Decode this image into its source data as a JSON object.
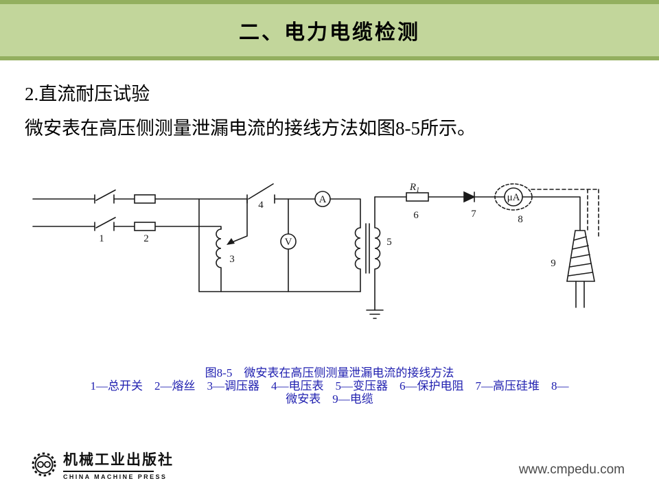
{
  "colors": {
    "header_bg": "#c2d69b",
    "header_edge": "#93af5f",
    "caption_blue": "#2121b0",
    "ink": "#1a1a1a"
  },
  "header": {
    "title": "二、电力电缆检测"
  },
  "body": {
    "line1": "2.直流耐压试验",
    "line2": "微安表在高压侧测量泄漏电流的接线方法如图8-5所示。"
  },
  "figure": {
    "caption_title": "图8-5　微安表在高压侧测量泄漏电流的接线方法",
    "legend_line1": "1—总开关　2—熔丝　3—调压器　4—电压表　5—变压器　6—保护电阻　7—高压硅堆　8—",
    "legend_line2": "微安表　9—电缆",
    "labels": {
      "main_switch": "1",
      "fuse": "2",
      "regulator": "3",
      "hv_switch": "4",
      "transformer": "5",
      "resistor_num": "6",
      "diode": "7",
      "microammeter_num": "8",
      "cable": "9",
      "ammeter": "A",
      "voltmeter": "V",
      "microammeter": "μA",
      "resistor": "R",
      "resistor_sub": "1"
    }
  },
  "footer": {
    "publisher_cn": "机械工业出版社",
    "publisher_en": "CHINA MACHINE PRESS",
    "website": "www.cmpedu.com"
  }
}
